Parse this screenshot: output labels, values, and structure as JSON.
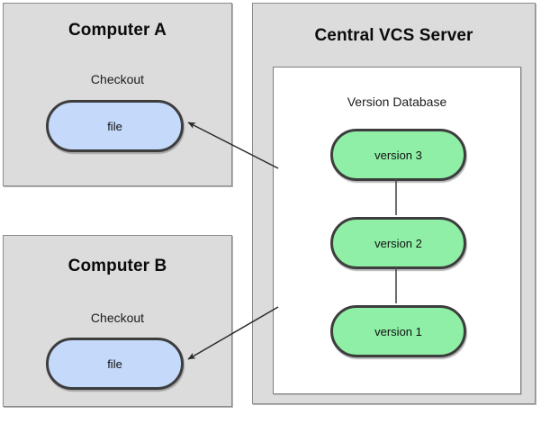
{
  "diagram": {
    "type": "centralized-version-control-system",
    "background_color": "#ffffff",
    "panel_fill": "#dcdcdc",
    "inner_box_fill": "#ffffff",
    "file_node_color": "#c5d9fb",
    "version_node_color": "#8fefa6",
    "node_border_color": "#3d3d3d",
    "arrow_color": "#2b2b2b"
  },
  "computer_a": {
    "title": "Computer A",
    "checkout_label": "Checkout",
    "file_label": "file"
  },
  "computer_b": {
    "title": "Computer B",
    "checkout_label": "Checkout",
    "file_label": "file"
  },
  "server": {
    "title": "Central VCS Server",
    "database_label": "Version Database",
    "versions": [
      {
        "label": "version 3"
      },
      {
        "label": "version 2"
      },
      {
        "label": "version 1"
      }
    ]
  },
  "connections": [
    {
      "from": "version-database",
      "to": "computer-a-file",
      "kind": "arrow"
    },
    {
      "from": "version-database",
      "to": "computer-b-file",
      "kind": "arrow"
    },
    {
      "from": "version-3",
      "to": "version-2",
      "kind": "line"
    },
    {
      "from": "version-2",
      "to": "version-1",
      "kind": "line"
    }
  ]
}
